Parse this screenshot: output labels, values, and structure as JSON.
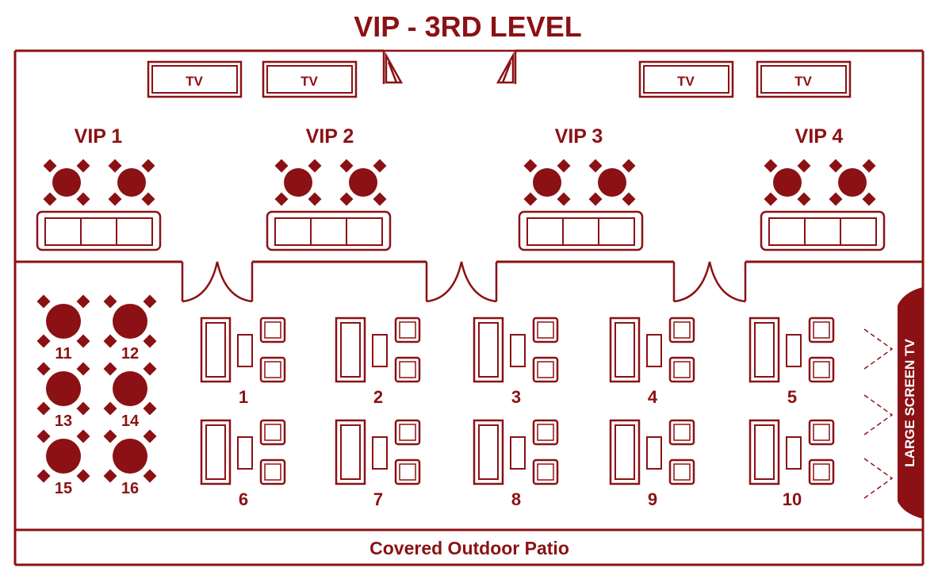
{
  "title": "VIP - 3RD LEVEL",
  "colors": {
    "primary": "#8b1114",
    "background": "#ffffff",
    "label_on_primary": "#ffffff"
  },
  "tv_label": "TV",
  "tvs": [
    "TV",
    "TV",
    "TV",
    "TV"
  ],
  "vip_rooms": [
    {
      "label": "VIP 1",
      "tables": 2,
      "sofa_seats": 3
    },
    {
      "label": "VIP 2",
      "tables": 2,
      "sofa_seats": 3
    },
    {
      "label": "VIP 3",
      "tables": 2,
      "sofa_seats": 3
    },
    {
      "label": "VIP 4",
      "tables": 2,
      "sofa_seats": 3
    }
  ],
  "round_tables": [
    "11",
    "12",
    "13",
    "14",
    "15",
    "16"
  ],
  "lounge_sets": [
    "1",
    "2",
    "3",
    "4",
    "5",
    "6",
    "7",
    "8",
    "9",
    "10"
  ],
  "large_screen_label": "LARGE SCREEN TV",
  "patio_label": "Covered Outdoor Patio"
}
